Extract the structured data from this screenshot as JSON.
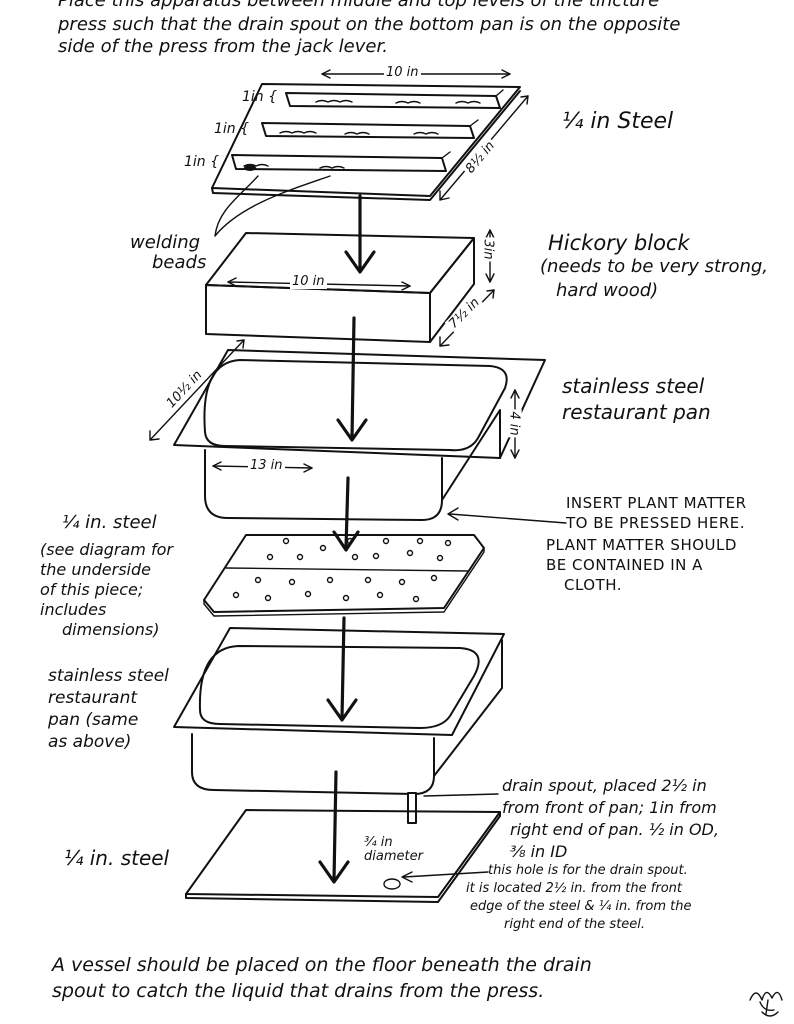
{
  "header": {
    "line1": "Place this apparatus between middle and top levels of the tincture",
    "line2": "press such that the drain spout on the bottom pan is on the opposite",
    "line3": "side of the press from the jack lever."
  },
  "top_plate": {
    "length": "10 in",
    "depth": "8½ in",
    "bar_height_1": "1in {",
    "bar_height_2": "1in {",
    "bar_height_3": "1in {",
    "material": "¼ in Steel",
    "welding_label_line1": "welding",
    "welding_label_line2": "beads"
  },
  "hickory_block": {
    "title": "Hickory block",
    "note_line1": "(needs to be very strong,",
    "note_line2": "hard wood)",
    "length": "10 in",
    "height": "3in",
    "depth": "7½ in"
  },
  "upper_pan": {
    "label_line1": "stainless steel",
    "label_line2": "restaurant pan",
    "width": "10½ in",
    "length": "13 in",
    "depth": "4 in"
  },
  "insert_note": {
    "line1": "INSERT PLANT MATTER",
    "line2": "TO BE PRESSED HERE.",
    "line3": "PLANT MATTER SHOULD",
    "line4": "BE CONTAINED IN A",
    "line5": "CLOTH."
  },
  "perforated_plate": {
    "line1": "¼ in. steel",
    "line2": "(see diagram for",
    "line3": "the underside",
    "line4": "of this piece;",
    "line5": "includes",
    "line6": "dimensions)"
  },
  "lower_pan": {
    "line1": "stainless steel",
    "line2": "restaurant",
    "line3": "pan (same",
    "line4": "as above)"
  },
  "drain_note": {
    "line1": "drain spout, placed 2½ in",
    "line2": "from front of pan; 1in from",
    "line3": "right end of pan. ½ in OD,",
    "line4": "⅜ in ID"
  },
  "base_plate": {
    "material": "¼ in. steel",
    "hole_size_line1": "¾ in",
    "hole_size_line2": "diameter",
    "hole_note_line1": "this hole is for the drain spout.",
    "hole_note_line2": "it is located 2½ in. from the front",
    "hole_note_line3": "edge of the steel & ¼ in. from the",
    "hole_note_line4": "right end of the steel."
  },
  "footer": {
    "line1": "A vessel should be placed on the floor beneath the drain",
    "line2": "spout to catch the liquid that drains from the press."
  }
}
